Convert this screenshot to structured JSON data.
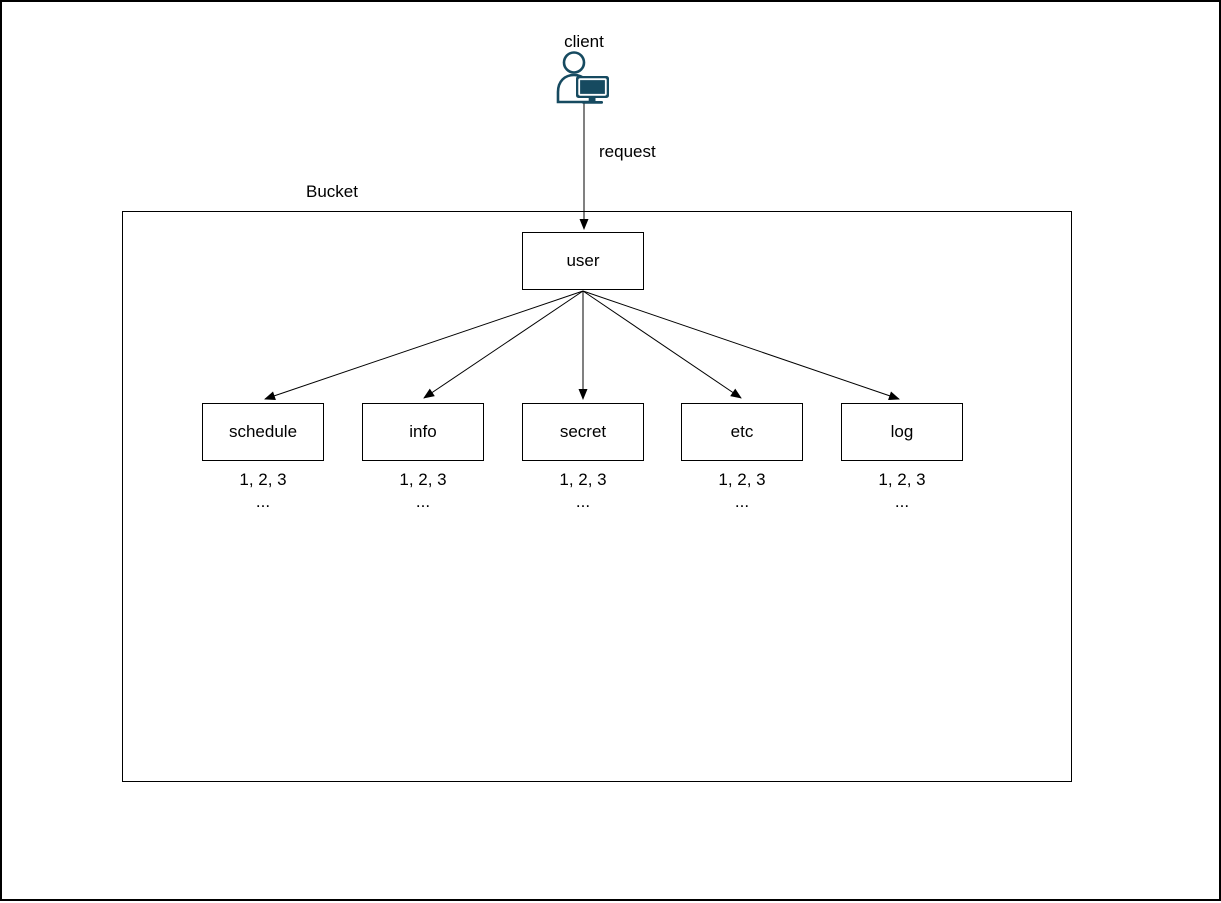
{
  "labels": {
    "client": "client",
    "request": "request",
    "bucket": "Bucket"
  },
  "nodes": {
    "user": "user",
    "children": [
      {
        "label": "schedule",
        "items": "1, 2, 3",
        "more": "..."
      },
      {
        "label": "info",
        "items": "1, 2, 3",
        "more": "..."
      },
      {
        "label": "secret",
        "items": "1, 2, 3",
        "more": "..."
      },
      {
        "label": "etc",
        "items": "1, 2, 3",
        "more": "..."
      },
      {
        "label": "log",
        "items": "1, 2, 3",
        "more": "..."
      }
    ]
  },
  "icons": {
    "client": "person-at-monitor-icon"
  },
  "colors": {
    "icon": "#164a60",
    "line": "#000000",
    "node_border": "#000000",
    "node_fill": "#ffffff",
    "text": "#000000",
    "background": "#ffffff"
  }
}
